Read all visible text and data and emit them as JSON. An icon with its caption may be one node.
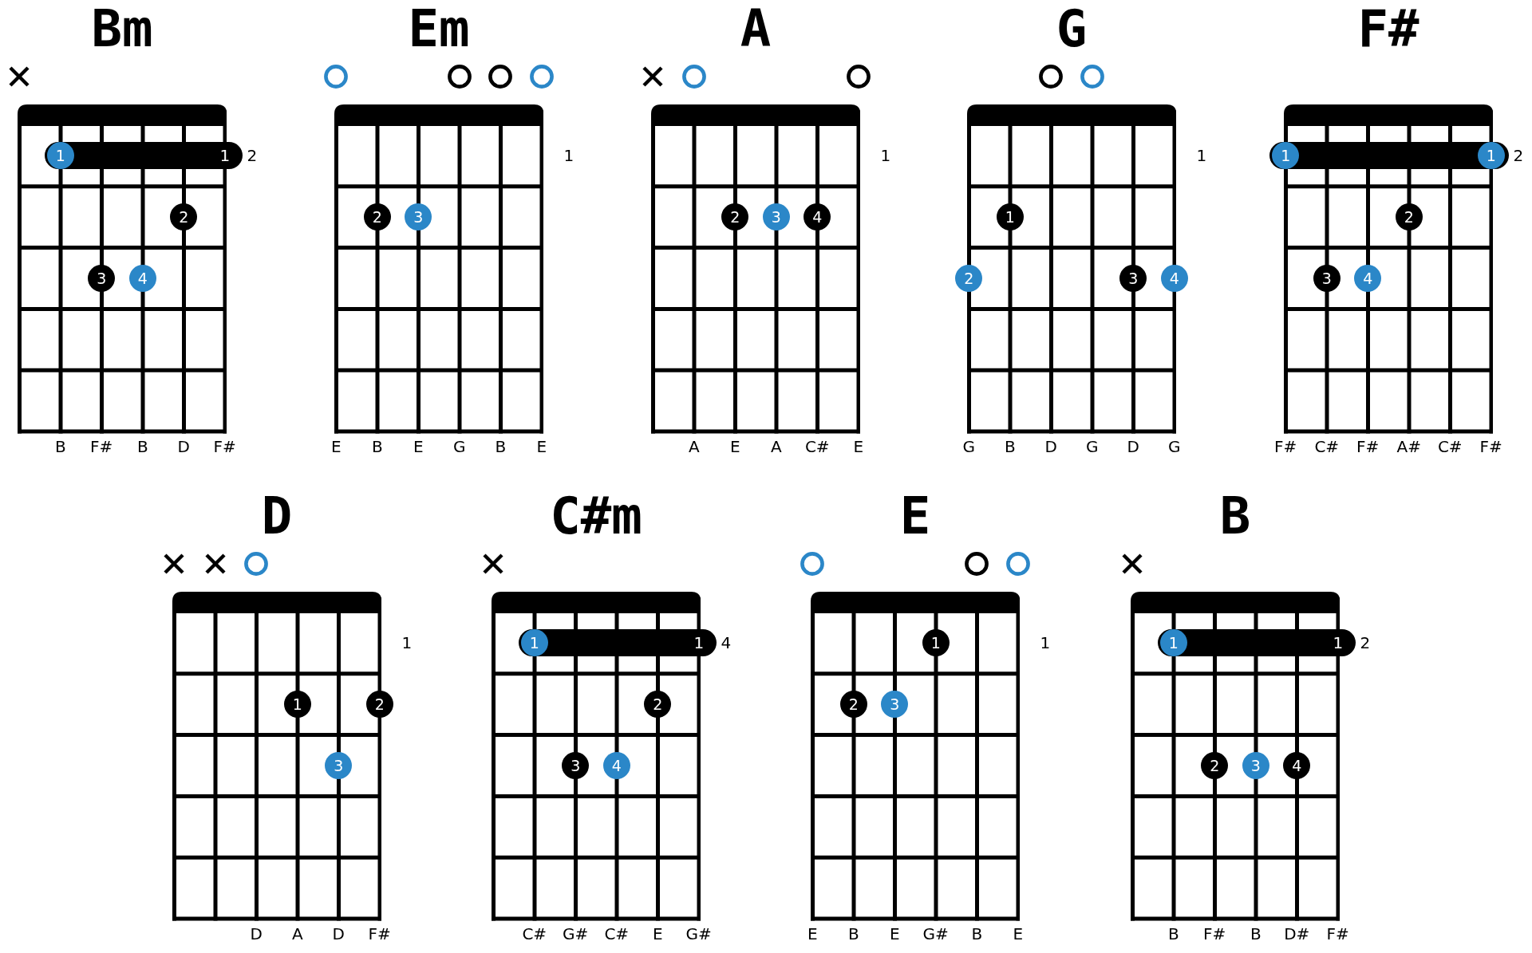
{
  "diagram": {
    "nodes": [
      {
        "text": [
          "Bm"
        ],
        "beside": [
          "B",
          "F#",
          "B",
          "D",
          "F#"
        ]
      },
      {
        "text": [],
        "shape": "cross",
        "in": 0
      },
      {
        "text": [
          "1"
        ],
        "in": 0,
        "beside": [
          "2"
        ]
      },
      {
        "text": [
          "1"
        ],
        "in": 2
      },
      {
        "text": [
          "2"
        ],
        "in": 0
      },
      {
        "text": [
          "3"
        ],
        "in": 0
      },
      {
        "text": [
          "4"
        ],
        "in": 0
      },
      {
        "text": [
          "Em"
        ],
        "beside": [
          "1",
          "E",
          "B",
          "E",
          "G",
          "B",
          "E"
        ]
      },
      {
        "text": [],
        "shape": "circle",
        "in": 7
      },
      {
        "text": [],
        "shape": "circle",
        "in": 7
      },
      {
        "text": [],
        "shape": "circle",
        "in": 7
      },
      {
        "text": [],
        "shape": "circle",
        "in": 7
      },
      {
        "text": [
          "2"
        ],
        "in": 7
      },
      {
        "text": [
          "3"
        ],
        "in": 7
      },
      {
        "text": [
          "A"
        ],
        "beside": [
          "1",
          "A",
          "E",
          "A",
          "C#",
          "E"
        ]
      },
      {
        "text": [],
        "shape": "cross",
        "in": 14
      },
      {
        "text": [],
        "shape": "circle",
        "in": 14
      },
      {
        "text": [],
        "shape": "circle",
        "in": 14
      },
      {
        "text": [
          "2"
        ],
        "in": 14
      },
      {
        "text": [
          "3"
        ],
        "in": 14
      },
      {
        "text": [
          "4"
        ],
        "in": 14
      },
      {
        "text": [
          "G"
        ],
        "beside": [
          "1",
          "G",
          "B",
          "D",
          "G",
          "D",
          "G"
        ]
      },
      {
        "text": [],
        "shape": "circle",
        "in": 21
      },
      {
        "text": [],
        "shape": "circle",
        "in": 21
      },
      {
        "text": [
          "1"
        ],
        "in": 21
      },
      {
        "text": [
          "2"
        ],
        "in": 21
      },
      {
        "text": [
          "3"
        ],
        "in": 21
      },
      {
        "text": [
          "4"
        ],
        "in": 21
      },
      {
        "text": [
          "F#"
        ],
        "beside": [
          "F#",
          "C#",
          "F#",
          "A#",
          "C#",
          "F#"
        ]
      },
      {
        "text": [],
        "shape": "bar",
        "in": 28,
        "beside": [
          "2"
        ]
      },
      {
        "text": [
          "1"
        ],
        "in": 29
      },
      {
        "text": [
          "1"
        ],
        "in": 29
      },
      {
        "text": [
          "2"
        ],
        "in": 28
      },
      {
        "text": [
          "3"
        ],
        "in": 28
      },
      {
        "text": [
          "4"
        ],
        "in": 28
      },
      {
        "text": [
          "D"
        ],
        "beside": [
          "1",
          "D",
          "A",
          "D",
          "F#"
        ]
      },
      {
        "text": [],
        "shape": "cross",
        "in": 35
      },
      {
        "text": [],
        "shape": "cross",
        "in": 35
      },
      {
        "text": [],
        "shape": "circle",
        "in": 35
      },
      {
        "text": [
          "1"
        ],
        "in": 35
      },
      {
        "text": [
          "2"
        ],
        "in": 35
      },
      {
        "text": [
          "3"
        ],
        "in": 35
      },
      {
        "text": [
          "C#m"
        ],
        "beside": [
          "C#",
          "G#",
          "C#",
          "E",
          "G#"
        ]
      },
      {
        "text": [],
        "shape": "cross",
        "in": 42
      },
      {
        "text": [
          "1"
        ],
        "in": 42,
        "beside": [
          "4"
        ]
      },
      {
        "text": [
          "1"
        ],
        "in": 44
      },
      {
        "text": [
          "2"
        ],
        "in": 42
      },
      {
        "text": [
          "3"
        ],
        "in": 42
      },
      {
        "text": [
          "4"
        ],
        "in": 42
      },
      {
        "text": [
          "E"
        ],
        "beside": [
          "1",
          "E",
          "B",
          "E",
          "G#",
          "B",
          "E"
        ]
      },
      {
        "text": [],
        "shape": "circle",
        "in": 49
      },
      {
        "text": [],
        "shape": "circle",
        "in": 49
      },
      {
        "text": [],
        "shape": "circle",
        "in": 49
      },
      {
        "text": [
          "1"
        ],
        "in": 49
      },
      {
        "text": [
          "2"
        ],
        "in": 49
      },
      {
        "text": [
          "3"
        ],
        "in": 49
      },
      {
        "text": [
          "B"
        ],
        "beside": [
          "B",
          "F#",
          "B",
          "D#",
          "F#"
        ]
      },
      {
        "text": [],
        "shape": "cross",
        "in": 56
      },
      {
        "text": [
          "1"
        ],
        "in": 56,
        "beside": [
          "2"
        ]
      },
      {
        "text": [
          "1"
        ],
        "in": 58
      },
      {
        "text": [
          "2"
        ],
        "in": 56
      },
      {
        "text": [
          "3"
        ],
        "in": 56
      },
      {
        "text": [
          "4"
        ],
        "in": 56
      }
    ]
  }
}
